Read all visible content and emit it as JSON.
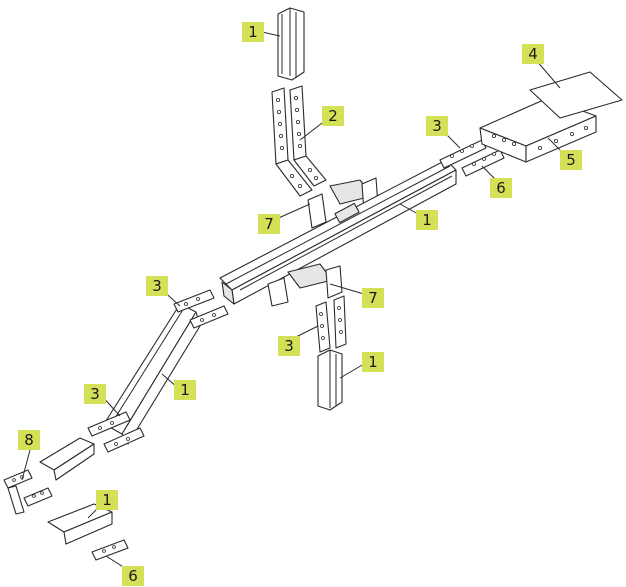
{
  "callouts": [
    {
      "id": "c1a",
      "label": "1"
    },
    {
      "id": "c2",
      "label": "2"
    },
    {
      "id": "c3a",
      "label": "3"
    },
    {
      "id": "c4",
      "label": "4"
    },
    {
      "id": "c5",
      "label": "5"
    },
    {
      "id": "c6a",
      "label": "6"
    },
    {
      "id": "c7a",
      "label": "7"
    },
    {
      "id": "c1b",
      "label": "1"
    },
    {
      "id": "c3b",
      "label": "3"
    },
    {
      "id": "c7b",
      "label": "7"
    },
    {
      "id": "c3c",
      "label": "3"
    },
    {
      "id": "c1c",
      "label": "1"
    },
    {
      "id": "c1d",
      "label": "1"
    },
    {
      "id": "c3d",
      "label": "3"
    },
    {
      "id": "c8",
      "label": "8"
    },
    {
      "id": "c1e",
      "label": "1"
    },
    {
      "id": "c6b",
      "label": "6"
    }
  ],
  "colors": {
    "callout": "#d4e157",
    "ink": "#2b2b2b"
  }
}
